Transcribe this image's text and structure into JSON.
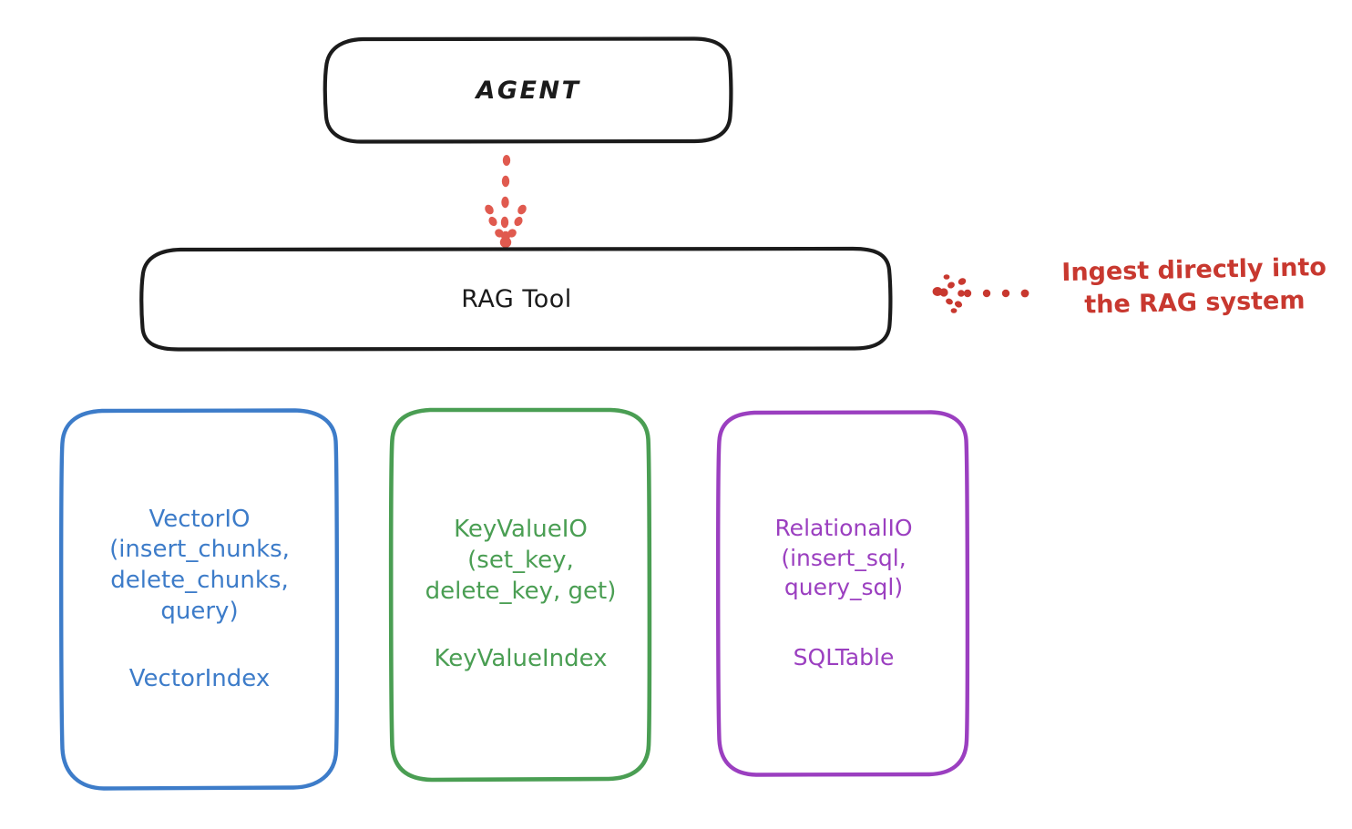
{
  "diagram": {
    "title": "RAG Tool architecture (hand-drawn whiteboard diagram)",
    "background_color": "#ffffff",
    "palette": {
      "outline_black": "#1b1b1b",
      "blue": "#3d7cc9",
      "green": "#4a9e53",
      "purple": "#9b3fc0",
      "red": "#c8382f",
      "arrow_red": "#e05a4f"
    }
  },
  "nodes": {
    "agent": {
      "label": "AGENT",
      "color": "#1b1b1b"
    },
    "rag_tool": {
      "label": "RAG Tool",
      "color": "#1b1b1b"
    },
    "vector": {
      "api": "VectorIO\n(insert_chunks,\ndelete_chunks,\nquery)",
      "index": "VectorIndex",
      "color": "#3d7cc9"
    },
    "keyvalue": {
      "api": "KeyValueIO\n(set_key,\ndelete_key, get)",
      "index": "KeyValueIndex",
      "color": "#4a9e53"
    },
    "relational": {
      "api": "RelationalIO\n(insert_sql,\nquery_sql)",
      "index": "SQLTable",
      "color": "#9b3fc0"
    }
  },
  "annotations": {
    "ingest": {
      "text": "Ingest directly into\nthe RAG system",
      "color": "#c8382f"
    }
  },
  "connectors": [
    {
      "name": "agent-to-ragtool",
      "from": "agent",
      "to": "rag_tool",
      "style": "dotted",
      "direction": "down",
      "color": "#e05a4f"
    },
    {
      "name": "ingest-to-ragtool",
      "from": "ingest-annotation",
      "to": "rag_tool",
      "style": "dotted",
      "direction": "left",
      "color": "#e05a4f"
    }
  ]
}
